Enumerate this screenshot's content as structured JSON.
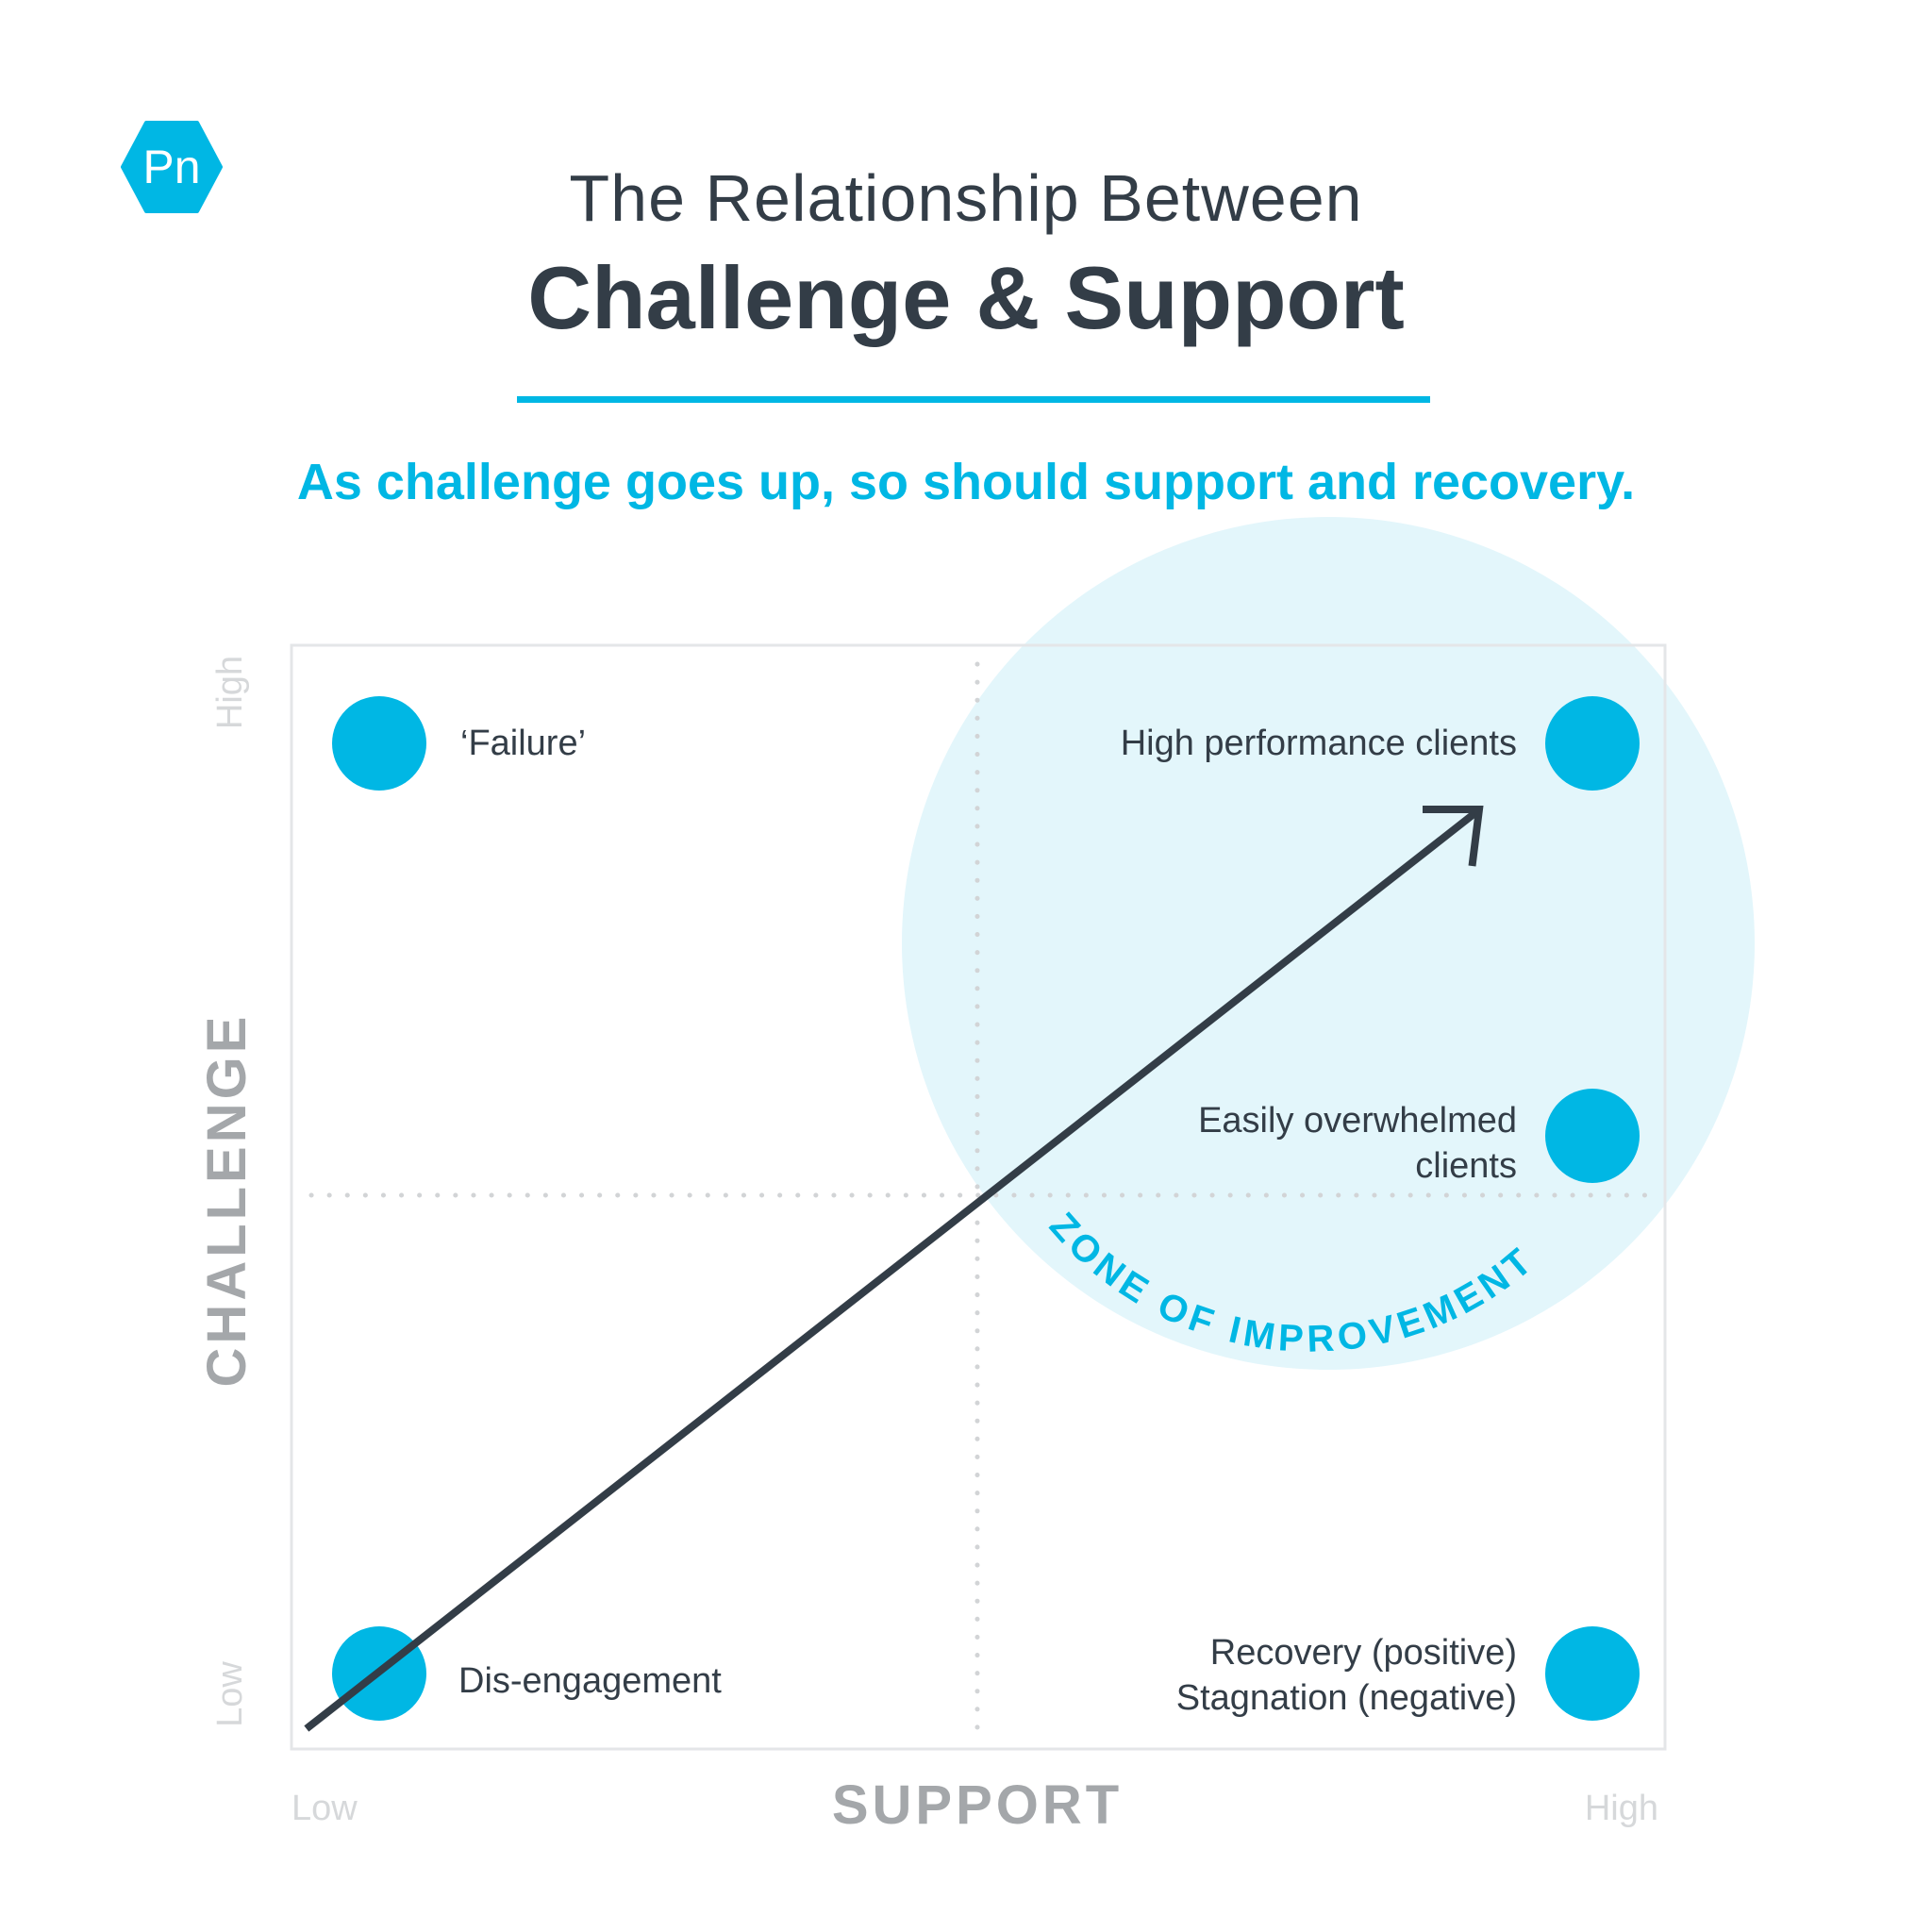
{
  "logo": {
    "text": "Pn",
    "color": "#00b7e4"
  },
  "title": {
    "line1": "The Relationship Between",
    "line2": "Challenge & Support"
  },
  "subtitle": "As challenge goes up, so should support and recovery.",
  "axes": {
    "y_title": "CHALLENGE",
    "y_high": "High",
    "y_low": "Low",
    "x_title": "SUPPORT",
    "x_low": "Low",
    "x_high": "High"
  },
  "nodes": {
    "failure": "‘Failure’",
    "high_performance": "High performance clients",
    "overwhelmed_line1": "Easily overwhelmed",
    "overwhelmed_line2": "clients",
    "disengagement": "Dis-engagement",
    "recovery_line1": "Recovery (positive)",
    "recovery_line2": "Stagnation (negative)"
  },
  "zone_label": "ZONE OF IMPROVEMENT",
  "colors": {
    "accent": "#00b7e4",
    "zone_fill": "#e3f6fb",
    "text_dark": "#333d47",
    "axis_grey": "#a4a7aa"
  }
}
